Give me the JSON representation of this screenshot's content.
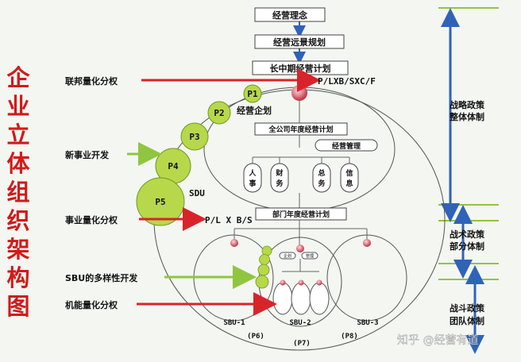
{
  "title": "企业立体组织架构图",
  "top_boxes": [
    "经营理念",
    "经营远景规划",
    "长中期经营计划"
  ],
  "company_plan": "全公司年度经营计划",
  "planning": "经营企划",
  "management": "经营管理",
  "functions": [
    "人事",
    "财务",
    "总务",
    "信息"
  ],
  "dept_plan": "部门年度经营计划",
  "sdu": "SDU",
  "left_labels": [
    "联邦量化分权",
    "新事业开发",
    "事业量化分权",
    "SBU的多样性开发",
    "机能量化分权"
  ],
  "p_labels": [
    "P1",
    "P2",
    "P3",
    "P4",
    "P5"
  ],
  "arrow_text_1": "P/LXB/SXC/F",
  "arrow_text_2": "P/L X B/S",
  "sbu_labels": [
    "SBU-1",
    "SBU-2",
    "SBU-3"
  ],
  "sbu_p_labels": [
    "(P6)",
    "(P7)",
    "(P8)"
  ],
  "small_tags": [
    "企划",
    "管理"
  ],
  "right_sections": [
    {
      "line1": "战略政策",
      "line2": "整体体制"
    },
    {
      "line1": "战术政策",
      "line2": "部分体制"
    },
    {
      "line1": "战斗政策",
      "line2": "团队体制"
    }
  ],
  "watermark": "知乎 @经营有道",
  "colors": {
    "red": "#d9232b",
    "green": "#8fc63f",
    "blue": "#2f63b8",
    "ball": "#b7d84b"
  }
}
